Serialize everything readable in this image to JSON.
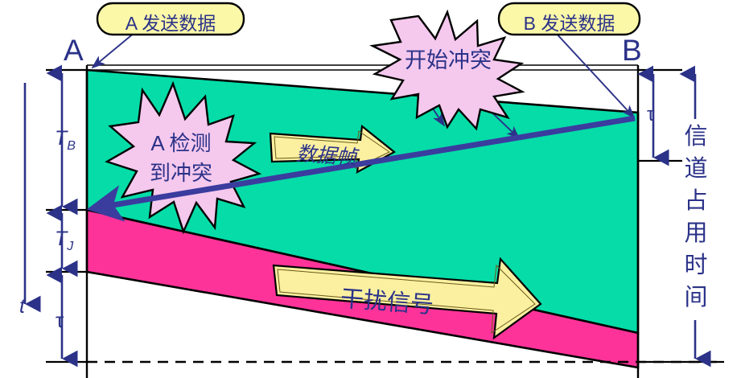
{
  "diagram": {
    "title_semantic": "CSMA/CD collision timing diagram",
    "stations": {
      "left_label": "A",
      "right_label": "B"
    },
    "callouts": [
      {
        "id": "a-send",
        "text": "A 发送数据"
      },
      {
        "id": "b-send",
        "text": "B 发送数据"
      }
    ],
    "bursts": [
      {
        "id": "a-detect",
        "line1": "A 检测",
        "line2": "到冲突"
      },
      {
        "id": "collision-start",
        "text": "开始冲突"
      }
    ],
    "flow_arrows": [
      {
        "id": "data-frame",
        "text": "数据帧"
      },
      {
        "id": "jam-signal",
        "text": "干扰信号"
      }
    ],
    "axis": {
      "time_symbol": "t",
      "measures": [
        {
          "id": "tb",
          "label": "T",
          "sub": "B"
        },
        {
          "id": "tj",
          "label": "T",
          "sub": "J"
        },
        {
          "id": "tau_left",
          "label": "τ"
        }
      ]
    },
    "right_side": {
      "tau_label": "τ",
      "occupancy_label": "信道占用时间",
      "occupancy_chars": [
        "信",
        "道",
        "占",
        "用",
        "时",
        "间"
      ]
    },
    "colors": {
      "green_band": "#05DCA8",
      "pink_band": "#FD3399",
      "burst_fill": "#F5C8EE",
      "callout_fill": "#FBF8A8",
      "arrow_fill": "#FAF0A0",
      "ink_blue": "#2B3288",
      "thick_blue": "#3A3C9E",
      "outline": "#000000"
    }
  }
}
